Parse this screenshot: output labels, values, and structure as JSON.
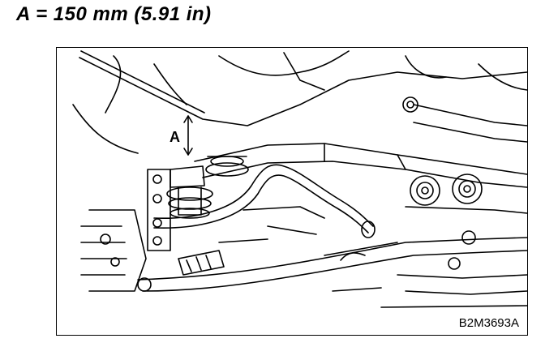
{
  "heading": {
    "text": "A = 150 mm (5.91 in)"
  },
  "figure": {
    "dimension_label": "A",
    "figure_code": "B2M3693A"
  }
}
